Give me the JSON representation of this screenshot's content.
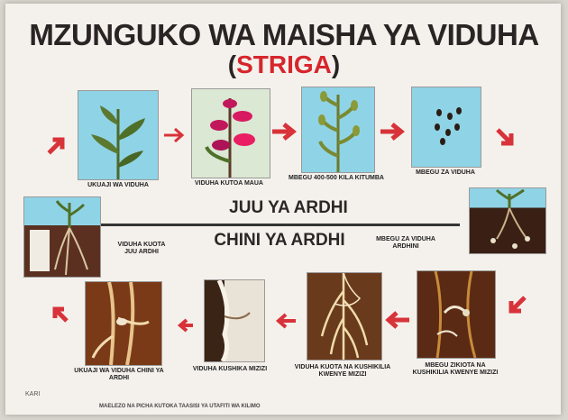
{
  "diagram": {
    "title": "MZUNGUKO WA MAISHA YA VIDUHA",
    "subtitle_open": "(",
    "subtitle_word": "STRIGA",
    "subtitle_close": ")",
    "above_ground_label": "JUU YA ARDHI",
    "below_ground_label": "CHINI YA ARDHI",
    "top_row": [
      {
        "caption": "UKUAJI WA VIDUHA",
        "icon": "plant-icon"
      },
      {
        "caption": "VIDUHA KUTOA MAUA",
        "icon": "flowering-plant-icon"
      },
      {
        "caption": "MBEGU 400-500 KILA KITUMBA",
        "icon": "seed-capsule-icon"
      },
      {
        "caption": "MBEGU ZA VIDUHA",
        "icon": "seeds-icon"
      }
    ],
    "right_panel": {
      "caption": "MBEGU ZA VIDUHA ARDHINI",
      "icon": "seeds-in-soil-icon"
    },
    "left_panel": {
      "caption": "VIDUHA KUOTA JUU ARDHI",
      "icon": "emerging-shoot-icon"
    },
    "bottom_row": [
      {
        "caption": "UKUAJI WA VIDUHA CHINI YA ARDHI",
        "icon": "underground-growth-icon"
      },
      {
        "caption": "VIDUHA KUSHIKA MIZIZI",
        "icon": "attached-roots-icon"
      },
      {
        "caption": "VIDUHA KUOTA NA KUSHIKILIA KWENYE MIZIZI",
        "icon": "root-attachment-icon"
      },
      {
        "caption": "MBEGU ZIKIOTA NA KUSHIKILIA KWENYE MIZIZI",
        "icon": "germinating-seed-icon"
      }
    ],
    "footer": "MAELEZO NA PICHA KUTOKA TAASISI YA UTAFITI WA KILIMO",
    "logo_text": "KARI",
    "colors": {
      "accent": "#d6262c",
      "sky": "#8fd3e6",
      "soil": "#3a1f14"
    }
  }
}
